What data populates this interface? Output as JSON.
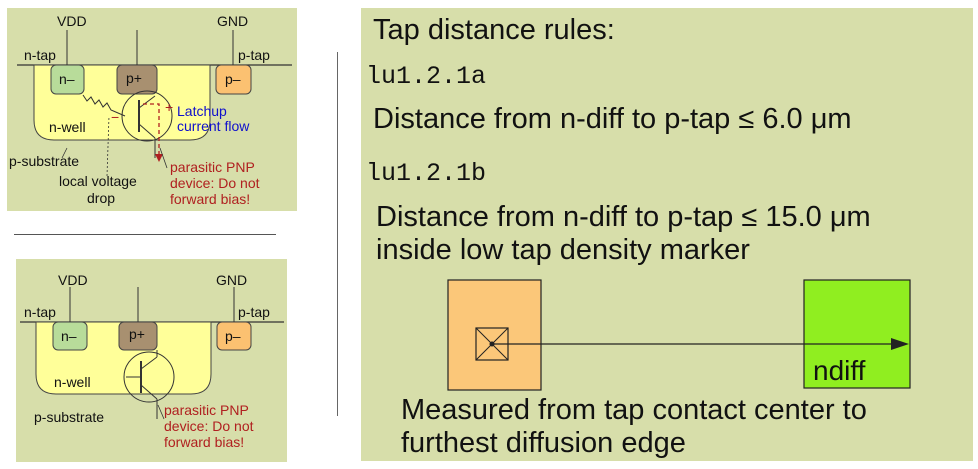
{
  "top_diagram": {
    "vdd": "VDD",
    "gnd": "GND",
    "ntap": "n-tap",
    "ptap": "p-tap",
    "n_minus": "n–",
    "p_plus": "p+",
    "p_minus": "p–",
    "nwell": "n-well",
    "latchup_line1": "Latchup",
    "latchup_line2": "current flow",
    "psubstrate": "p-substrate",
    "local_line1": "local voltage",
    "local_line2": "drop",
    "pnp_line1": "parasitic PNP",
    "pnp_line2": "device:  Do not",
    "pnp_line3": "forward bias!",
    "plus_sign": "+",
    "minus_sign": "−"
  },
  "bottom_diagram": {
    "vdd": "VDD",
    "gnd": "GND",
    "ntap": "n-tap",
    "ptap": "p-tap",
    "n_minus": "n–",
    "p_plus": "p+",
    "p_minus": "p–",
    "nwell": "n-well",
    "psubstrate": "p-substrate",
    "pnp_line1": "parasitic PNP",
    "pnp_line2": "device:  Do not",
    "pnp_line3": "forward bias!"
  },
  "rules": {
    "heading": "Tap distance rules:",
    "rule_a_id": "lu1.2.1a",
    "rule_a_text": "Distance from n-diff to p-tap ≤ 6.0 μm",
    "rule_b_id": "lu1.2.1b",
    "rule_b_line1": "Distance from n-diff to p-tap ≤ 15.0 μm",
    "rule_b_line2": "inside low tap density marker",
    "ndiff_label": "ndiff",
    "measure_line1": "Measured from tap contact center to",
    "measure_line2": "furthest diffusion edge"
  },
  "colors": {
    "panel_bg": "#d7deaa",
    "nwell": "#ffff99",
    "ntap": "#b8dc9a",
    "pplus": "#a89070",
    "ptap": "#fbc171",
    "ndiff": "#90ee20",
    "tap_box": "#fbc779",
    "annotation_red": "#b02020",
    "annotation_blue": "#1010cc"
  }
}
